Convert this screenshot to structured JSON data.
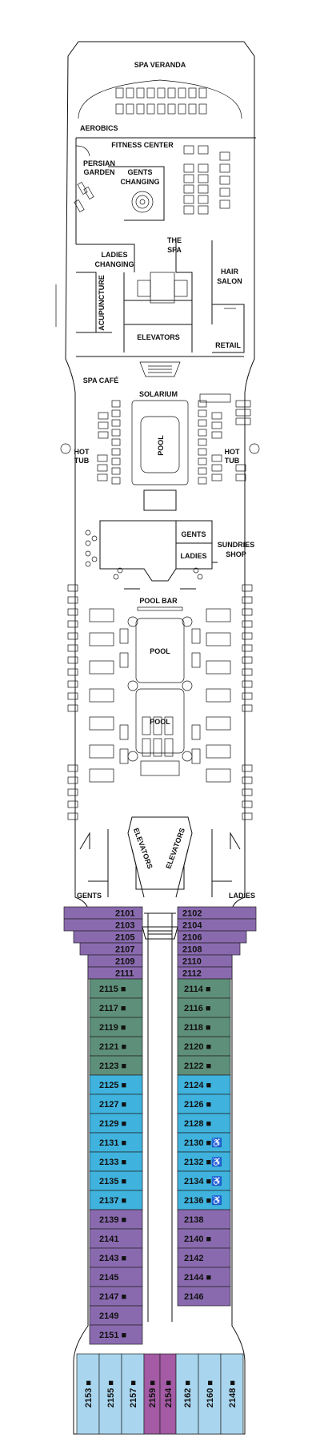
{
  "labels": {
    "spa_veranda": "SPA VERANDA",
    "aerobics": "AEROBICS",
    "fitness_center": "FITNESS CENTER",
    "persian_garden_1": "PERSIAN",
    "persian_garden_2": "GARDEN",
    "gents_changing_1": "GENTS",
    "gents_changing_2": "CHANGING",
    "ladies_changing_1": "LADIES",
    "ladies_changing_2": "CHANGING",
    "the_spa_1": "THE",
    "the_spa_2": "SPA",
    "hair_salon_1": "HAIR",
    "hair_salon_2": "SALON",
    "acupuncture": "ACUPUNCTURE",
    "elevators_fwd": "ELEVATORS",
    "retail": "RETAIL",
    "spa_cafe": "SPA CAFÉ",
    "solarium": "SOLARIUM",
    "pool_fwd": "POOL",
    "hot_tub_left_1": "HOT",
    "hot_tub_left_2": "TUB",
    "hot_tub_right_1": "HOT",
    "hot_tub_right_2": "TUB",
    "gents": "GENTS",
    "ladies": "LADIES",
    "sundries_shop_1": "SUNDRIES",
    "sundries_shop_2": "SHOP",
    "pool_bar": "POOL BAR",
    "pool_mid_1": "POOL",
    "pool_mid_2": "POOL",
    "elevators_aft_left": "ELEVATORS",
    "elevators_aft_right": "ELEVATORS",
    "gents_aft": "GENTS",
    "ladies_aft": "LADIES"
  },
  "colors": {
    "purple": "#8a6aaf",
    "green": "#5e8f7b",
    "blue": "#3fb3de",
    "lightblue": "#a9d6ee",
    "magenta": "#a45aa4"
  },
  "cabins": {
    "port": [
      {
        "num": "2101",
        "cat": "purple",
        "icons": ""
      },
      {
        "num": "2103",
        "cat": "purple",
        "icons": ""
      },
      {
        "num": "2105",
        "cat": "purple",
        "icons": ""
      },
      {
        "num": "2107",
        "cat": "purple",
        "icons": ""
      },
      {
        "num": "2109",
        "cat": "purple",
        "icons": ""
      },
      {
        "num": "2111",
        "cat": "purple",
        "icons": ""
      },
      {
        "num": "2115",
        "cat": "green",
        "icons": "■"
      },
      {
        "num": "2117",
        "cat": "green",
        "icons": "■"
      },
      {
        "num": "2119",
        "cat": "green",
        "icons": "■"
      },
      {
        "num": "2121",
        "cat": "green",
        "icons": "■"
      },
      {
        "num": "2123",
        "cat": "green",
        "icons": "■"
      },
      {
        "num": "2125",
        "cat": "blue",
        "icons": "■"
      },
      {
        "num": "2127",
        "cat": "blue",
        "icons": "■"
      },
      {
        "num": "2129",
        "cat": "blue",
        "icons": "■"
      },
      {
        "num": "2131",
        "cat": "blue",
        "icons": "■"
      },
      {
        "num": "2133",
        "cat": "blue",
        "icons": "■"
      },
      {
        "num": "2135",
        "cat": "blue",
        "icons": "■"
      },
      {
        "num": "2137",
        "cat": "blue",
        "icons": "■"
      },
      {
        "num": "2139",
        "cat": "purple",
        "icons": "■"
      },
      {
        "num": "2141",
        "cat": "purple",
        "icons": ""
      },
      {
        "num": "2143",
        "cat": "purple",
        "icons": "■"
      },
      {
        "num": "2145",
        "cat": "purple",
        "icons": ""
      },
      {
        "num": "2147",
        "cat": "purple",
        "icons": "■"
      },
      {
        "num": "2149",
        "cat": "purple",
        "icons": ""
      },
      {
        "num": "2151",
        "cat": "purple",
        "icons": "■"
      }
    ],
    "starboard": [
      {
        "num": "2102",
        "cat": "purple",
        "icons": ""
      },
      {
        "num": "2104",
        "cat": "purple",
        "icons": ""
      },
      {
        "num": "2106",
        "cat": "purple",
        "icons": ""
      },
      {
        "num": "2108",
        "cat": "purple",
        "icons": ""
      },
      {
        "num": "2110",
        "cat": "purple",
        "icons": ""
      },
      {
        "num": "2112",
        "cat": "purple",
        "icons": ""
      },
      {
        "num": "2114",
        "cat": "green",
        "icons": "■"
      },
      {
        "num": "2116",
        "cat": "green",
        "icons": "■"
      },
      {
        "num": "2118",
        "cat": "green",
        "icons": "■"
      },
      {
        "num": "2120",
        "cat": "green",
        "icons": "■"
      },
      {
        "num": "2122",
        "cat": "green",
        "icons": "■"
      },
      {
        "num": "2124",
        "cat": "blue",
        "icons": "■"
      },
      {
        "num": "2126",
        "cat": "blue",
        "icons": "■"
      },
      {
        "num": "2128",
        "cat": "blue",
        "icons": "■"
      },
      {
        "num": "2130",
        "cat": "blue",
        "icons": "■♿"
      },
      {
        "num": "2132",
        "cat": "blue",
        "icons": "■♿"
      },
      {
        "num": "2134",
        "cat": "blue",
        "icons": "■♿"
      },
      {
        "num": "2136",
        "cat": "blue",
        "icons": "■♿"
      },
      {
        "num": "2138",
        "cat": "purple",
        "icons": ""
      },
      {
        "num": "2140",
        "cat": "purple",
        "icons": "■"
      },
      {
        "num": "2142",
        "cat": "purple",
        "icons": ""
      },
      {
        "num": "2144",
        "cat": "purple",
        "icons": "■"
      },
      {
        "num": "2146",
        "cat": "purple",
        "icons": ""
      }
    ],
    "stern": [
      {
        "num": "2153",
        "cat": "lightblue",
        "icons": "■"
      },
      {
        "num": "2155",
        "cat": "lightblue",
        "icons": "■"
      },
      {
        "num": "2157",
        "cat": "lightblue",
        "icons": "■"
      },
      {
        "num": "2159",
        "cat": "magenta",
        "icons": "■"
      },
      {
        "num": "2154",
        "cat": "magenta",
        "icons": "■"
      },
      {
        "num": "2162",
        "cat": "lightblue",
        "icons": "■"
      },
      {
        "num": "2160",
        "cat": "lightblue",
        "icons": "■"
      },
      {
        "num": "2148",
        "cat": "lightblue",
        "icons": "■"
      }
    ]
  }
}
